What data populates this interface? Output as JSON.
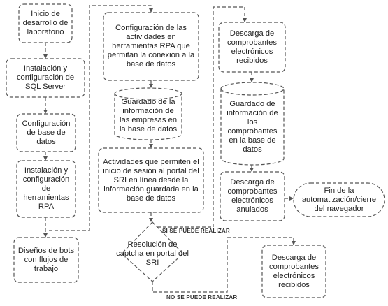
{
  "nodes": {
    "n1": {
      "text": "Inicio de desarrollo de laboratorio",
      "shape": "rounded-rect"
    },
    "n2": {
      "text": "Instalación y configuración de SQL Server",
      "shape": "rounded-rect"
    },
    "n3": {
      "text": "Configuración de base de datos",
      "shape": "rounded-rect"
    },
    "n4": {
      "text": "Instalación y configuración de herramientas RPA",
      "shape": "rounded-rect"
    },
    "n5": {
      "text": "Diseños de bots con flujos de trabajo",
      "shape": "rounded-rect"
    },
    "n6": {
      "text": "Configuración de las actividades en herramientas RPA que permitan la conexión a la base de datos",
      "shape": "rounded-rect"
    },
    "n7": {
      "text": "Guardado de la información de las empresas en la base de datos",
      "shape": "cylinder"
    },
    "n8": {
      "text": "Actividades que permiten el inicio de sesión al portal del SRI en línea desde la información guardada en la base de datos",
      "shape": "rounded-rect"
    },
    "n9": {
      "text": "Resolución de captcha en portal del SRI",
      "shape": "diamond"
    },
    "n10": {
      "text": "Descarga de comprobantes electrónicos recibidos",
      "shape": "rounded-rect"
    },
    "n11": {
      "text": "Guardado de información de los comprobantes en la base de datos",
      "shape": "cylinder"
    },
    "n12": {
      "text": "Descarga de comprobantes electrónicos anulados",
      "shape": "rounded-rect"
    },
    "n13": {
      "text": "Fin de la automatización/cierre del navegador",
      "shape": "stadium"
    },
    "n14": {
      "text": "Descarga de comprobantes electrónicos recibidos",
      "shape": "rounded-rect"
    }
  },
  "edge_labels": {
    "yes": "SI SE PUEDE REALIZAR",
    "no": "NO SE PUEDE REALIZAR"
  },
  "style": {
    "stroke": "#555555",
    "text": "#222222"
  }
}
